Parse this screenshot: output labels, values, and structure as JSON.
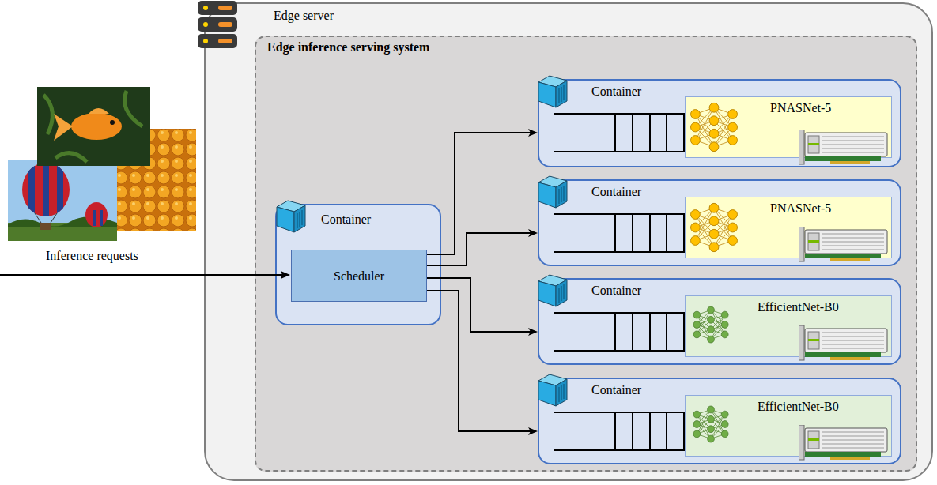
{
  "diagram": {
    "nodes": [
      {
        "text": [
          "Edge server"
        ]
      },
      {
        "text": [
          "Edge inference serving system"
        ],
        "in": 0
      },
      {
        "text": [
          "Container"
        ],
        "in": 1
      },
      {
        "text": [
          "Scheduler"
        ],
        "in": 2
      },
      {
        "text": [
          "Container"
        ],
        "in": 1
      },
      {
        "text": [
          "PNASNet-5"
        ],
        "in": 4
      },
      {
        "text": [
          "Container"
        ],
        "in": 1
      },
      {
        "text": [
          "PNASNet-5"
        ],
        "in": 6
      },
      {
        "text": [
          "Container"
        ],
        "in": 1
      },
      {
        "text": [
          "EfficientNet-B0"
        ],
        "in": 8
      },
      {
        "text": [
          "Container"
        ],
        "in": 1
      },
      {
        "text": [
          "EfficientNet-B0"
        ],
        "in": 10
      }
    ],
    "edges": [
      {
        "from": 3,
        "to": 4,
        "arrow": "to"
      },
      {
        "from": 3,
        "to": 6,
        "arrow": "to"
      },
      {
        "from": 3,
        "to": 8,
        "arrow": "to"
      },
      {
        "from": 3,
        "to": 10,
        "arrow": "to"
      }
    ],
    "labels": [
      "Inference requests"
    ]
  }
}
